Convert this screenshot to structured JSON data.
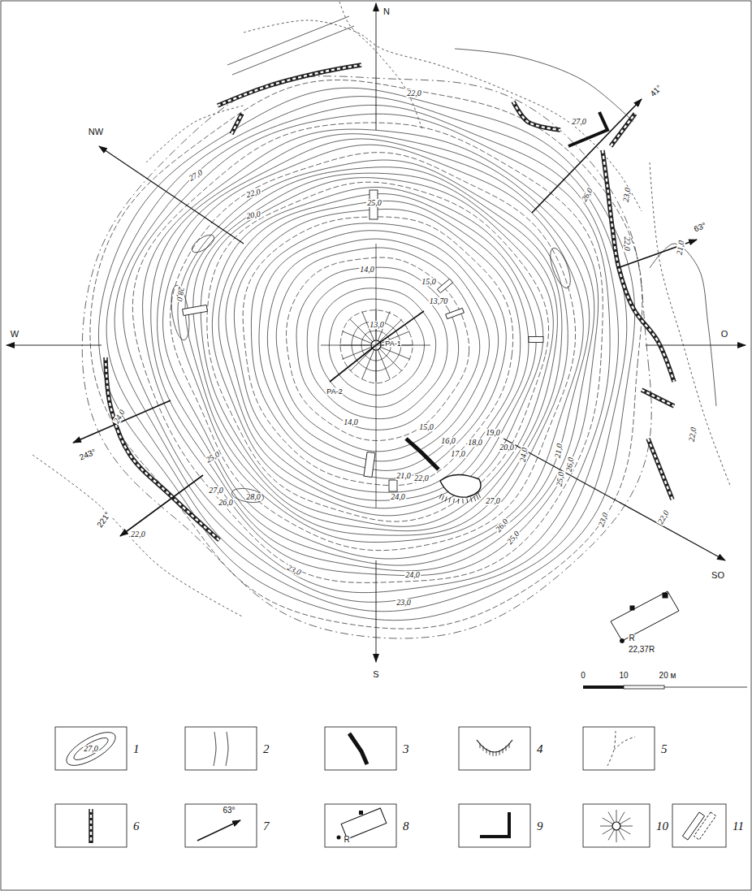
{
  "diagram": {
    "labels": [
      "N",
      "NW",
      "W",
      "O",
      "S",
      "SO",
      "41°",
      "63°",
      "243°",
      "221°",
      "PA-1",
      "PA-2",
      "22,0",
      "27,0",
      "25,0",
      "27,0",
      "22,0",
      "20,0",
      "26,0",
      "23,0",
      "22,0",
      "21,0",
      "28,0",
      "14,0",
      "15,0",
      "13,70",
      "13,0",
      "24,0",
      "14,0",
      "15,0",
      "16,0",
      "17,0",
      "18,0",
      "19,0",
      "20,0",
      "24,0",
      "21,0",
      "26,0",
      "25,0",
      "22,0",
      "21,0",
      "22,0",
      "24,0",
      "25,0",
      "27,0",
      "26,0",
      "28,0",
      "27,0",
      "26,0",
      "25,0",
      "23,0",
      "22,0",
      "24,0",
      "23,0",
      "23,0",
      "22,0",
      "22,37R",
      "R",
      "0",
      "10",
      "20 м",
      "27,0",
      "63°",
      "R"
    ],
    "legend": [
      {
        "text": "1"
      },
      {
        "text": "2"
      },
      {
        "text": "3"
      },
      {
        "text": "4"
      },
      {
        "text": "5"
      },
      {
        "text": "6"
      },
      {
        "text": "7"
      },
      {
        "text": "8"
      },
      {
        "text": "9"
      },
      {
        "text": "10"
      },
      {
        "text": "11"
      }
    ]
  }
}
